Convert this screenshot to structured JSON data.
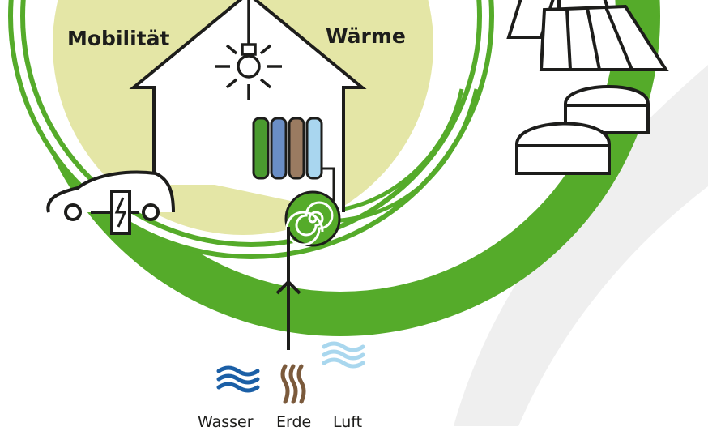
{
  "labels": {
    "mobility": "Mobilität",
    "heat": "Wärme"
  },
  "sources": {
    "water": "Wasser",
    "earth": "Erde",
    "air": "Luft"
  },
  "colors": {
    "green": "#55ab2a",
    "light_green_fill": "#e4e6a6",
    "outline": "#1d1d1b",
    "background_swoosh": "#efefef",
    "water_blue": "#1b5fa6",
    "earth_brown": "#7b5a3c",
    "air_blue": "#a9d7ee",
    "radiator_green": "#4a9b2f",
    "radiator_blue": "#6a8ec6",
    "radiator_brown": "#9a7b61",
    "radiator_light_blue": "#a9d6ef"
  },
  "icons": [
    "house-icon",
    "light-bulb-icon",
    "radiator-icon",
    "heat-pump-spiral-icon",
    "electric-car-icon",
    "solar-panel-icon",
    "storage-tank-icon",
    "water-waves-icon",
    "earth-waves-icon",
    "air-waves-icon",
    "arrow-up-icon"
  ]
}
